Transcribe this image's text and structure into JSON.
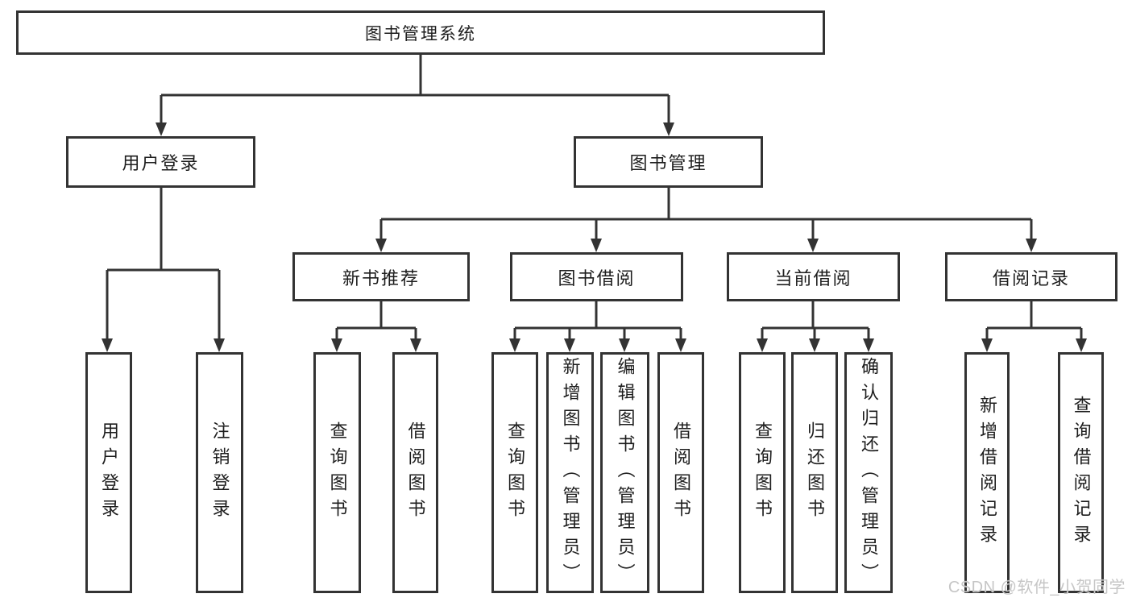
{
  "colors": {
    "line": "#333333",
    "box_border": "#333333",
    "text": "#1d1d1d",
    "background": "#ffffff",
    "watermark": "#c6c6c6"
  },
  "tree": {
    "root": {
      "label": "图书管理系统",
      "children": [
        {
          "label": "用户登录",
          "children": [
            {
              "label": "用户登录"
            },
            {
              "label": "注销登录"
            }
          ]
        },
        {
          "label": "图书管理",
          "children": [
            {
              "label": "新书推荐",
              "children": [
                {
                  "label": "查询图书"
                },
                {
                  "label": "借阅图书"
                }
              ]
            },
            {
              "label": "图书借阅",
              "children": [
                {
                  "label": "查询图书"
                },
                {
                  "label": "新增图书（管理员）"
                },
                {
                  "label": "编辑图书（管理员）"
                },
                {
                  "label": "借阅图书"
                }
              ]
            },
            {
              "label": "当前借阅",
              "children": [
                {
                  "label": "查询图书"
                },
                {
                  "label": "归还图书"
                },
                {
                  "label": "确认归还（管理员）"
                }
              ]
            },
            {
              "label": "借阅记录",
              "children": [
                {
                  "label": "新增借阅记录"
                },
                {
                  "label": "查询借阅记录"
                }
              ]
            }
          ]
        }
      ]
    }
  },
  "watermark": {
    "text": "CSDN @软件_小贺同学"
  }
}
